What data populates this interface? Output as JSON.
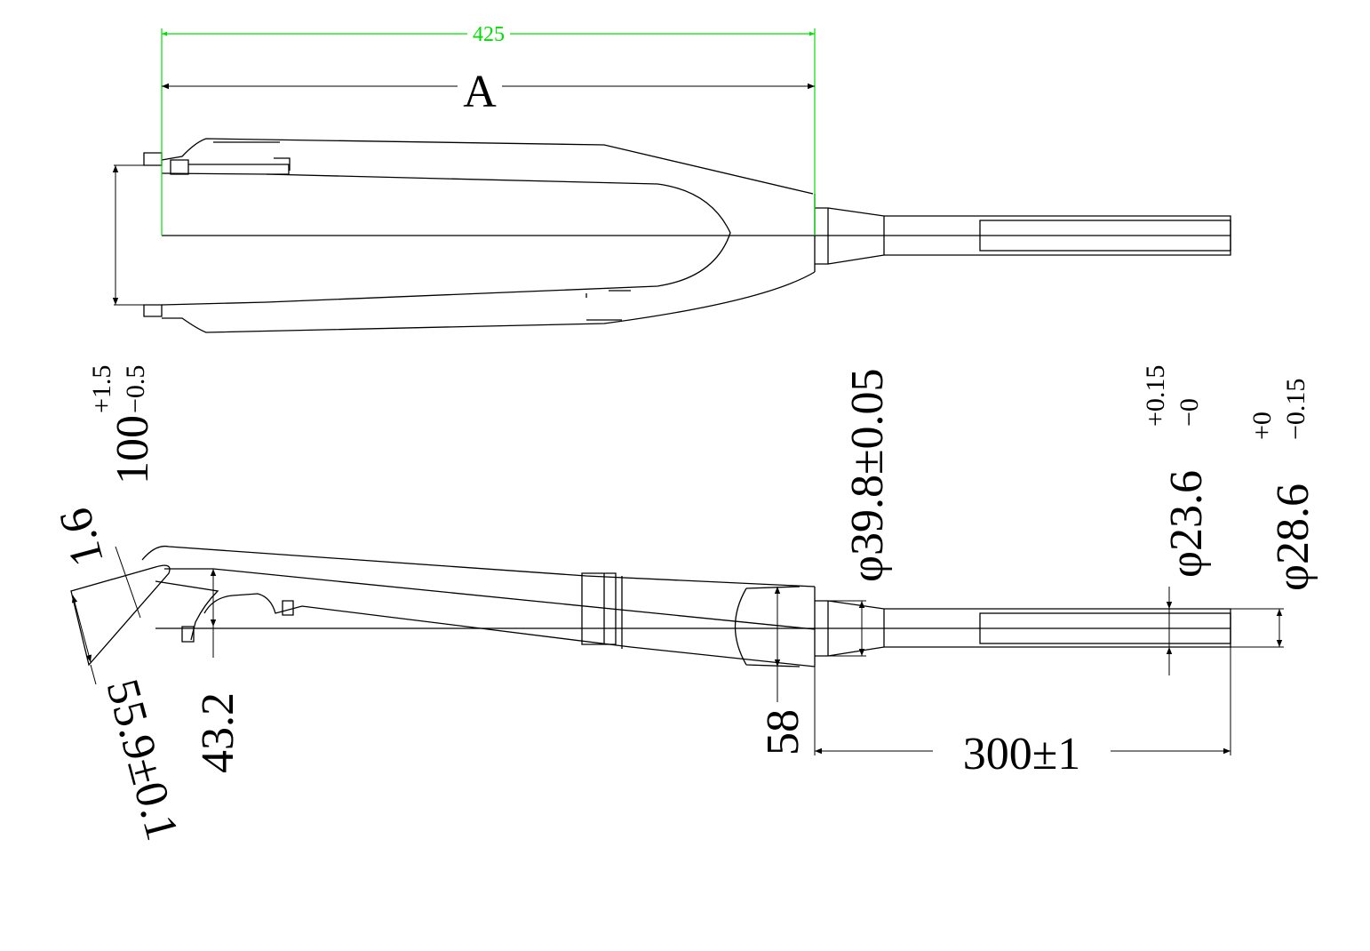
{
  "drawing": {
    "title": "Bicycle fork dimension drawing",
    "colors": {
      "line": "#000000",
      "highlight": "#00e000"
    },
    "dimensions": {
      "overall_length": "425",
      "length_label": "A",
      "dropout_spacing": "100",
      "dropout_spacing_tol_upper": "+1.5",
      "dropout_spacing_tol_lower": "−0.5",
      "dropout_thickness": "1.6",
      "offset": "55.9±0.1",
      "rake": "43.2",
      "crown_height": "58",
      "steerer_length": "300±1",
      "crown_race_diameter": "φ39.8±0.05",
      "inner_diameter": "φ23.6",
      "inner_diameter_tol_upper": "+0.15",
      "inner_diameter_tol_lower": "−0",
      "steerer_diameter": "φ28.6",
      "steerer_diameter_tol_upper": "+0",
      "steerer_diameter_tol_lower": "−0.15"
    }
  }
}
